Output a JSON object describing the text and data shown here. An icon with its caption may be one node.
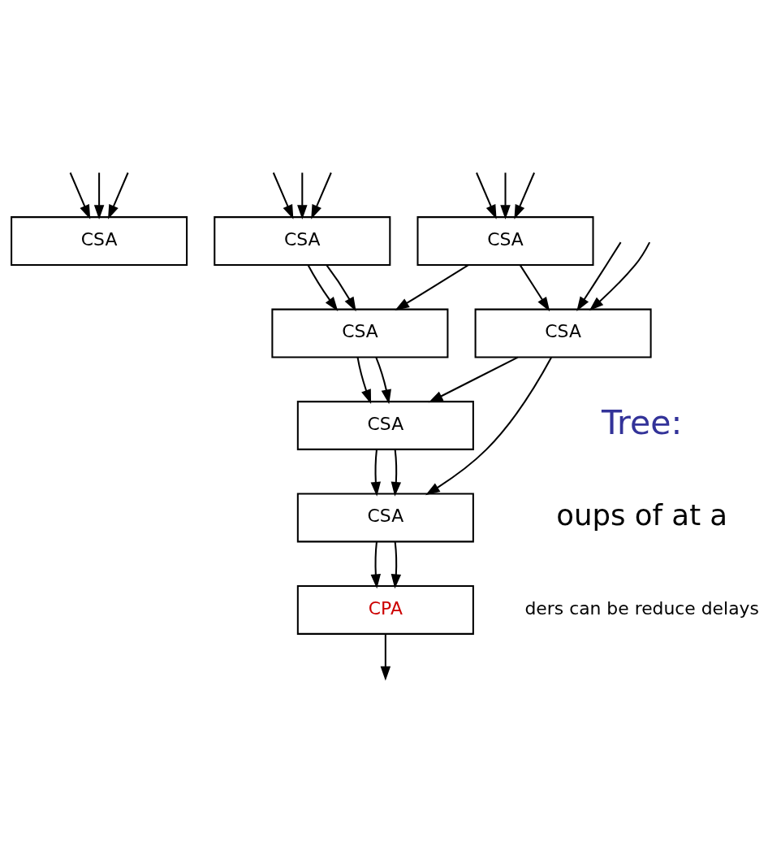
{
  "diagram": {
    "nodes": [
      {
        "text": [
          "CSA"
        ]
      },
      {
        "text": [
          "CSA"
        ]
      },
      {
        "text": [
          "CSA"
        ]
      },
      {
        "text": [
          "CSA"
        ]
      },
      {
        "text": [
          "CSA"
        ]
      },
      {
        "text": [
          "CSA"
        ]
      },
      {
        "text": [
          "CSA"
        ]
      },
      {
        "text": [
          "CPA"
        ]
      }
    ],
    "edges": [
      {
        "from": null,
        "to": 0,
        "arrow": "to"
      },
      {
        "from": null,
        "to": 0,
        "arrow": "to"
      },
      {
        "from": null,
        "to": 0,
        "arrow": "to"
      },
      {
        "from": null,
        "to": 1,
        "arrow": "to"
      },
      {
        "from": null,
        "to": 1,
        "arrow": "to"
      },
      {
        "from": null,
        "to": 1,
        "arrow": "to"
      },
      {
        "from": null,
        "to": 2,
        "arrow": "to"
      },
      {
        "from": null,
        "to": 2,
        "arrow": "to"
      },
      {
        "from": null,
        "to": 2,
        "arrow": "to"
      },
      {
        "from": null,
        "to": 3,
        "arrow": "to"
      },
      {
        "from": null,
        "to": 3,
        "arrow": "to"
      },
      {
        "from": 1,
        "to": 3,
        "arrow": "to"
      },
      {
        "from": 1,
        "to": 4,
        "arrow": "to"
      },
      {
        "from": 2,
        "to": 4,
        "arrow": "to"
      },
      {
        "from": 2,
        "to": 4,
        "arrow": "to"
      },
      {
        "from": 3,
        "to": 5,
        "arrow": "to"
      },
      {
        "from": 4,
        "to": 5,
        "arrow": "to"
      },
      {
        "from": 4,
        "to": 5,
        "arrow": "to"
      },
      {
        "from": 3,
        "to": 6,
        "arrow": "to"
      },
      {
        "from": 5,
        "to": 6,
        "arrow": "to"
      },
      {
        "from": 5,
        "to": 6,
        "arrow": "to"
      },
      {
        "from": 6,
        "to": 7,
        "arrow": "to"
      },
      {
        "from": 6,
        "to": 7,
        "arrow": "to"
      },
      {
        "from": 7,
        "to": null,
        "arrow": "to"
      }
    ],
    "labels": [
      "Tree:",
      "oups of at a",
      "ders can be reduce delays"
    ]
  }
}
